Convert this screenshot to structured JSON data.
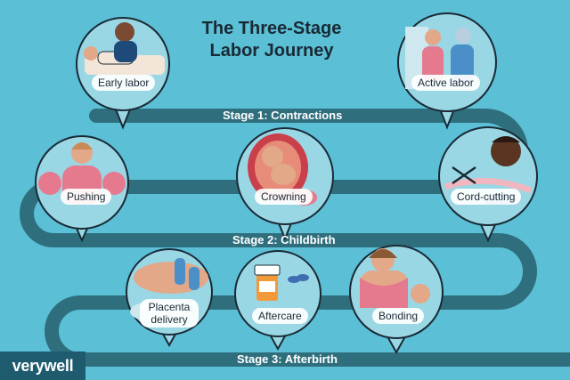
{
  "title_line1": "The Three-Stage",
  "title_line2": "Labor Journey",
  "colors": {
    "background": "#5bbfd6",
    "road": "#2f6f7d",
    "bubble_fill": "#9ad7e5",
    "bubble_stroke": "#1a2a35",
    "skin": "#e2a888",
    "scrubs": "#4b8fc9",
    "pink": "#e57a8f"
  },
  "stages": [
    {
      "label": "Stage 1: Contractions"
    },
    {
      "label": "Stage 2: Childbirth"
    },
    {
      "label": "Stage 3: Afterbirth"
    }
  ],
  "steps": [
    {
      "label": "Early labor",
      "icon": "couple-bed-icon"
    },
    {
      "label": "Active labor",
      "icon": "nurse-helping-icon"
    },
    {
      "label": "Pushing",
      "icon": "pushing-mother-icon"
    },
    {
      "label": "Crowning",
      "icon": "baby-womb-icon"
    },
    {
      "label": "Cord-cutting",
      "icon": "scissors-cord-icon"
    },
    {
      "label": "Placenta delivery",
      "icon": "gloved-hands-icon"
    },
    {
      "label": "Aftercare",
      "icon": "pill-bottle-icon"
    },
    {
      "label": "Bonding",
      "icon": "mother-baby-icon"
    }
  ],
  "brand": "verywell"
}
